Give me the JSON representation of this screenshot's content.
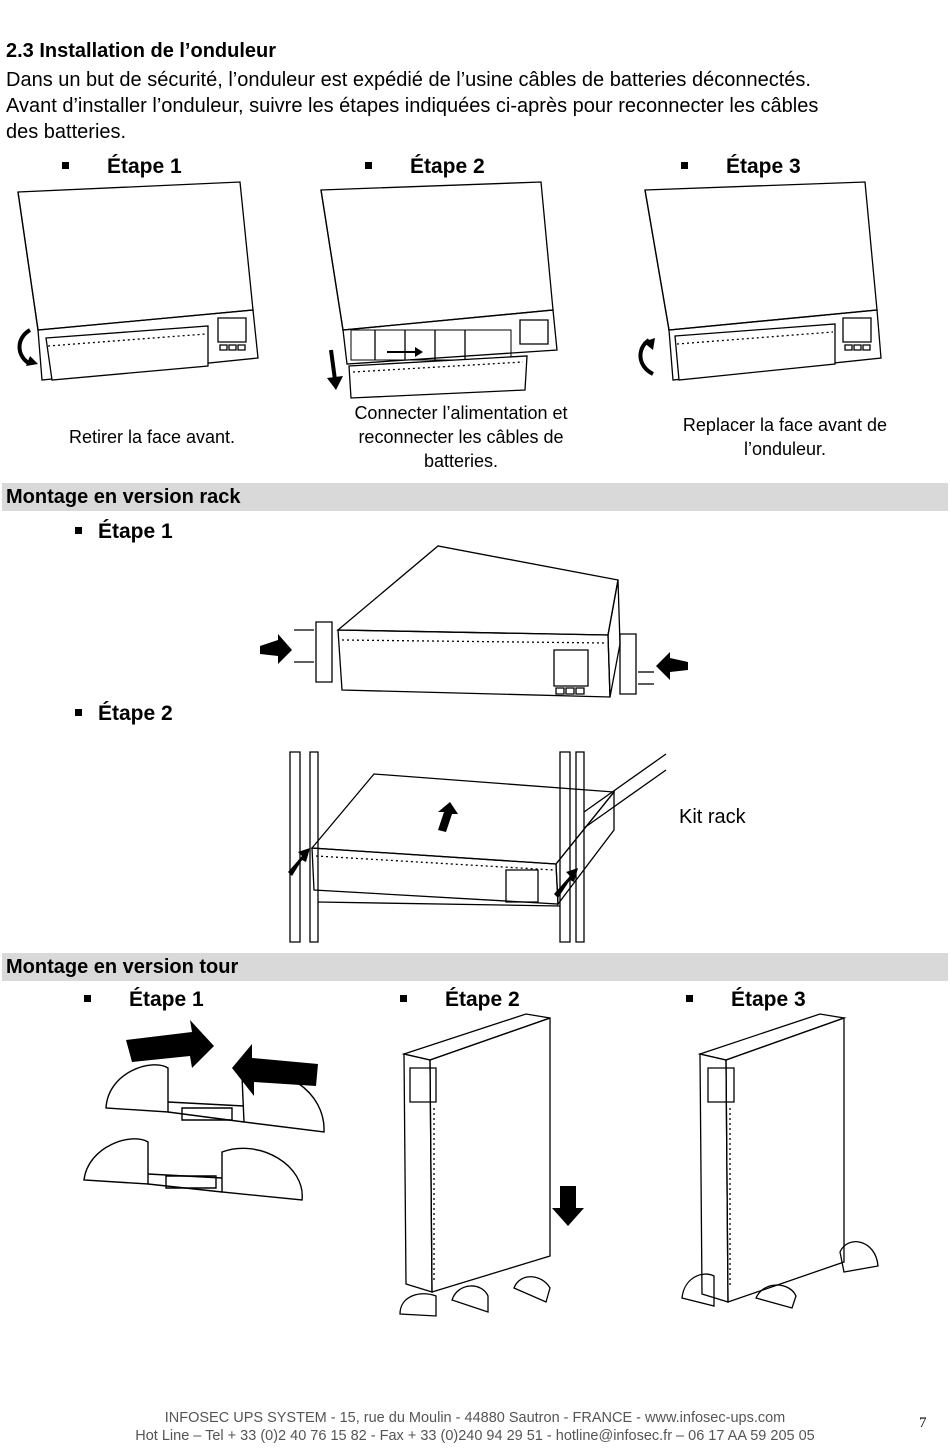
{
  "heading": "2.3 Installation de l’onduleur",
  "intro_lines": [
    "Dans un but de sécurité, l’onduleur est expédié de l’usine câbles de batteries déconnectés.",
    "Avant d’installer l’onduleur, suivre les étapes indiquées ci-après pour reconnecter les câbles",
    "des batteries."
  ],
  "install_steps": [
    {
      "label": "Étape 1",
      "caption": "Retirer la face avant."
    },
    {
      "label": "Étape 2",
      "caption": "Connecter l’alimentation et reconnecter les câbles de batteries."
    },
    {
      "label": "Étape 3",
      "caption": "Replacer la face avant de l’onduleur."
    }
  ],
  "rack_section": {
    "title": "Montage en version rack",
    "step1": "Étape 1",
    "step2": "Étape 2",
    "kit_label": "Kit rack"
  },
  "tower_section": {
    "title": "Montage en version tour",
    "steps": [
      "Étape 1",
      "Étape 2",
      "Étape 3"
    ]
  },
  "footer": {
    "line1": "INFOSEC UPS SYSTEM - 15, rue du Moulin - 44880 Sautron - FRANCE - www.infosec-ups.com",
    "line2": "Hot Line – Tel + 33 (0)2 40 76 15 82 - Fax + 33 (0)240 94 29 51 - hotline@infosec.fr – 06 17 AA 59 205 05",
    "page_number": "7"
  }
}
